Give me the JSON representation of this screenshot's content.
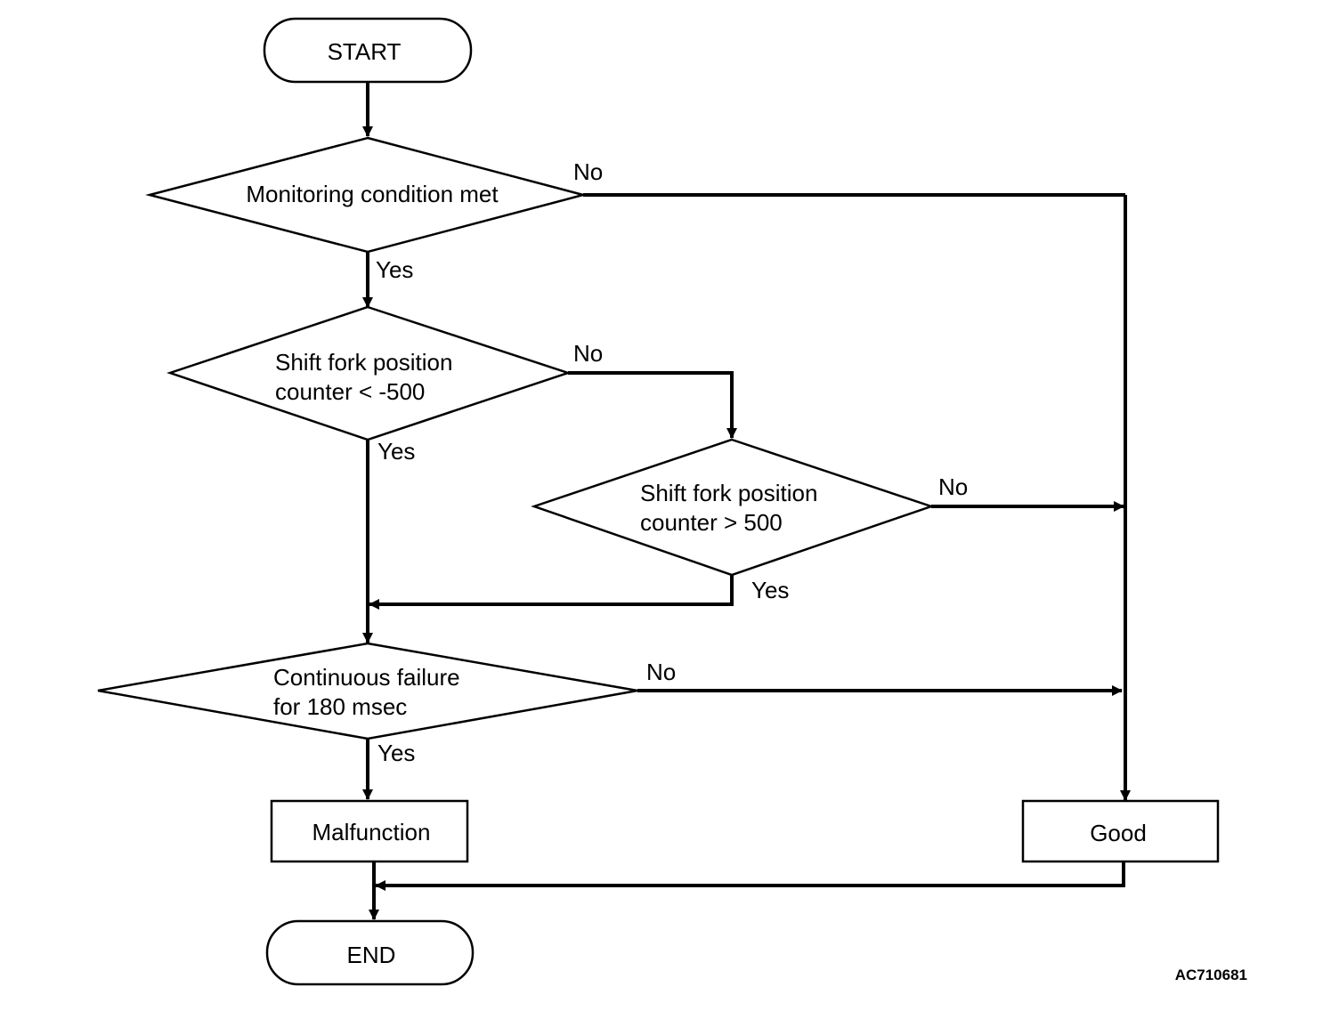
{
  "nodes": {
    "start": "START",
    "monitoring": "Monitoring condition met",
    "shift_neg": [
      "Shift fork position",
      "counter < -500"
    ],
    "shift_pos": [
      "Shift fork position",
      "counter > 500"
    ],
    "continuous": [
      "Continuous failure",
      "for 180 msec"
    ],
    "malfunction": "Malfunction",
    "good": "Good",
    "end": "END"
  },
  "edges": {
    "monitoring_no": "No",
    "monitoring_yes": "Yes",
    "shift_neg_no": "No",
    "shift_neg_yes": "Yes",
    "shift_pos_no": "No",
    "shift_pos_yes": "Yes",
    "continuous_no": "No",
    "continuous_yes": "Yes"
  },
  "figure_code": "AC710681"
}
